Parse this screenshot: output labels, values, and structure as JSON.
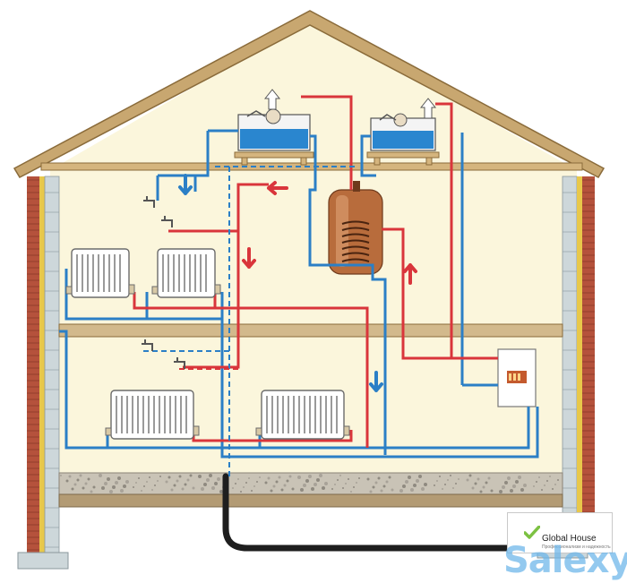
{
  "logo": {
    "title": "Global House",
    "subtitle": "Профессионализм и надежность",
    "mark_color": "#7cc142"
  },
  "watermark": {
    "text": "Salexy",
    "color": "#6fb7ea"
  },
  "colors": {
    "wall_fill": "#fbf6dc",
    "roof_trim": "#c8a770",
    "brick": "#b5523c",
    "insulation": "#e8c84a",
    "block": "#cdd7da",
    "floor_slab": "#d2b98c",
    "foundation": "#b8b2a6",
    "cold_pipe": "#2b7fc6",
    "hot_pipe": "#d9353b",
    "tank_water": "#2a86cf",
    "cylinder": "#b86c3c",
    "supply_pipe": "#1e1e1e"
  },
  "icons": {
    "flow_arrow": "arrow-icon",
    "tap": "tap-icon",
    "radiator": "radiator-icon",
    "boiler": "boiler-icon",
    "tank": "tank-icon"
  }
}
